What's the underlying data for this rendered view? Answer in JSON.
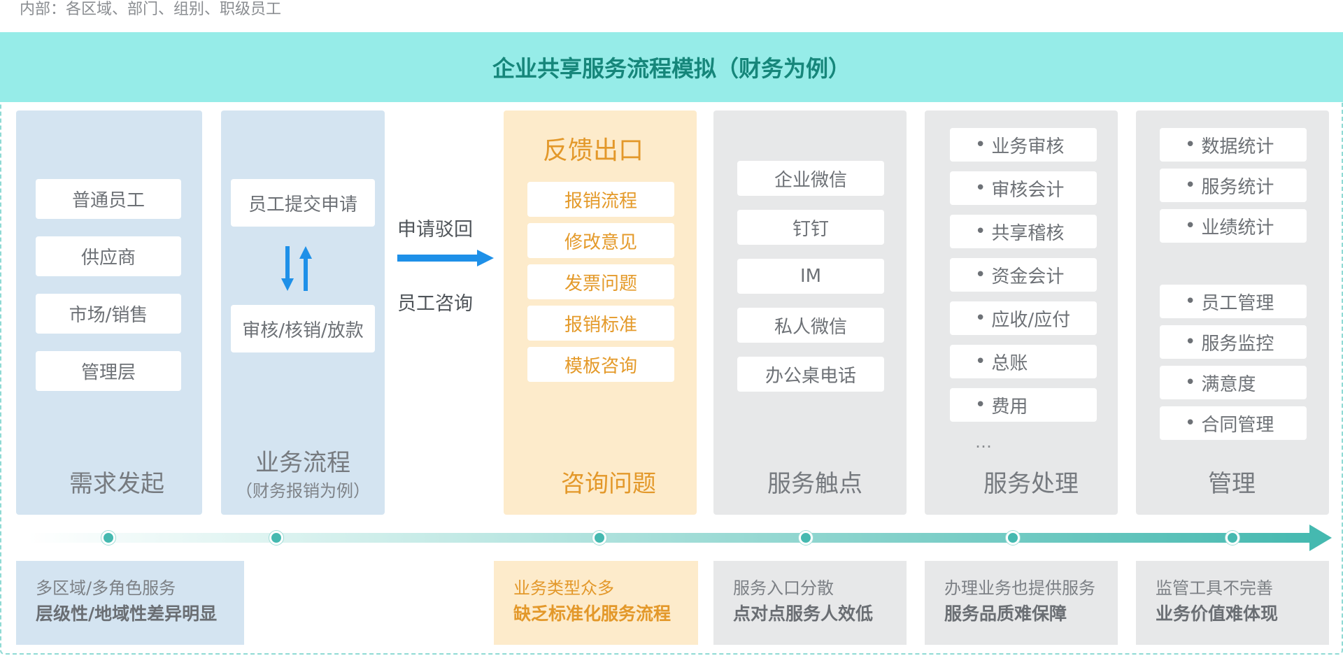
{
  "intro_text": "内部：各区域、部门、组别、职级员工",
  "banner_title": "企业共享服务流程模拟（财务为例）",
  "columns": {
    "demand": {
      "title": "需求发起",
      "items": [
        "普通员工",
        "供应商",
        "市场/销售",
        "管理层"
      ]
    },
    "business": {
      "title": "业务流程",
      "subtitle": "（财务报销为例）",
      "items": [
        "员工提交申请",
        "审核/核销/放款"
      ]
    },
    "consult": {
      "header": "反馈出口",
      "title": "咨询问题",
      "items": [
        "报销流程",
        "修改意见",
        "发票问题",
        "报销标准",
        "模板咨询"
      ]
    },
    "touchpoint": {
      "title": "服务触点",
      "items": [
        "企业微信",
        "钉钉",
        "IM",
        "私人微信",
        "办公桌电话"
      ]
    },
    "processing": {
      "title": "服务处理",
      "items": [
        "业务审核",
        "审核会计",
        "共享稽核",
        "资金会计",
        "应收/应付",
        "总账",
        "费用"
      ],
      "ellipsis": "…"
    },
    "management": {
      "title": "管理",
      "items_top": [
        "数据统计",
        "服务统计",
        "业绩统计"
      ],
      "items_bottom": [
        "员工管理",
        "服务监控",
        "满意度",
        "合同管理"
      ]
    }
  },
  "arrow_labels": {
    "top": "申请驳回",
    "bottom": "员工咨询"
  },
  "pain_points": {
    "p1": {
      "line1": "多区域/多角色服务",
      "line2": "层级性/地域性差异明显"
    },
    "p2": {
      "line1": "业务类型众多",
      "line2": "缺乏标准化服务流程"
    },
    "p3": {
      "line1": "服务入口分散",
      "line2": "点对点服务人效低"
    },
    "p4": {
      "line1": "办理业务也提供服务",
      "line2": "服务品质难保障"
    },
    "p5": {
      "line1": "监管工具不完善",
      "line2": "业务价值难体现"
    }
  },
  "colors": {
    "banner": "#96ece8",
    "banner_text": "#16867a",
    "blue_col": "#d4e4f1",
    "orange_col": "#fdebcb",
    "gray_col": "#e7e8e9",
    "accent_orange": "#e3982a",
    "arrow_blue": "#1e90e8",
    "timeline": "#45b9b0"
  },
  "icons": [
    "up-down-arrows-icon",
    "right-arrow-icon",
    "timeline-arrow-icon"
  ]
}
